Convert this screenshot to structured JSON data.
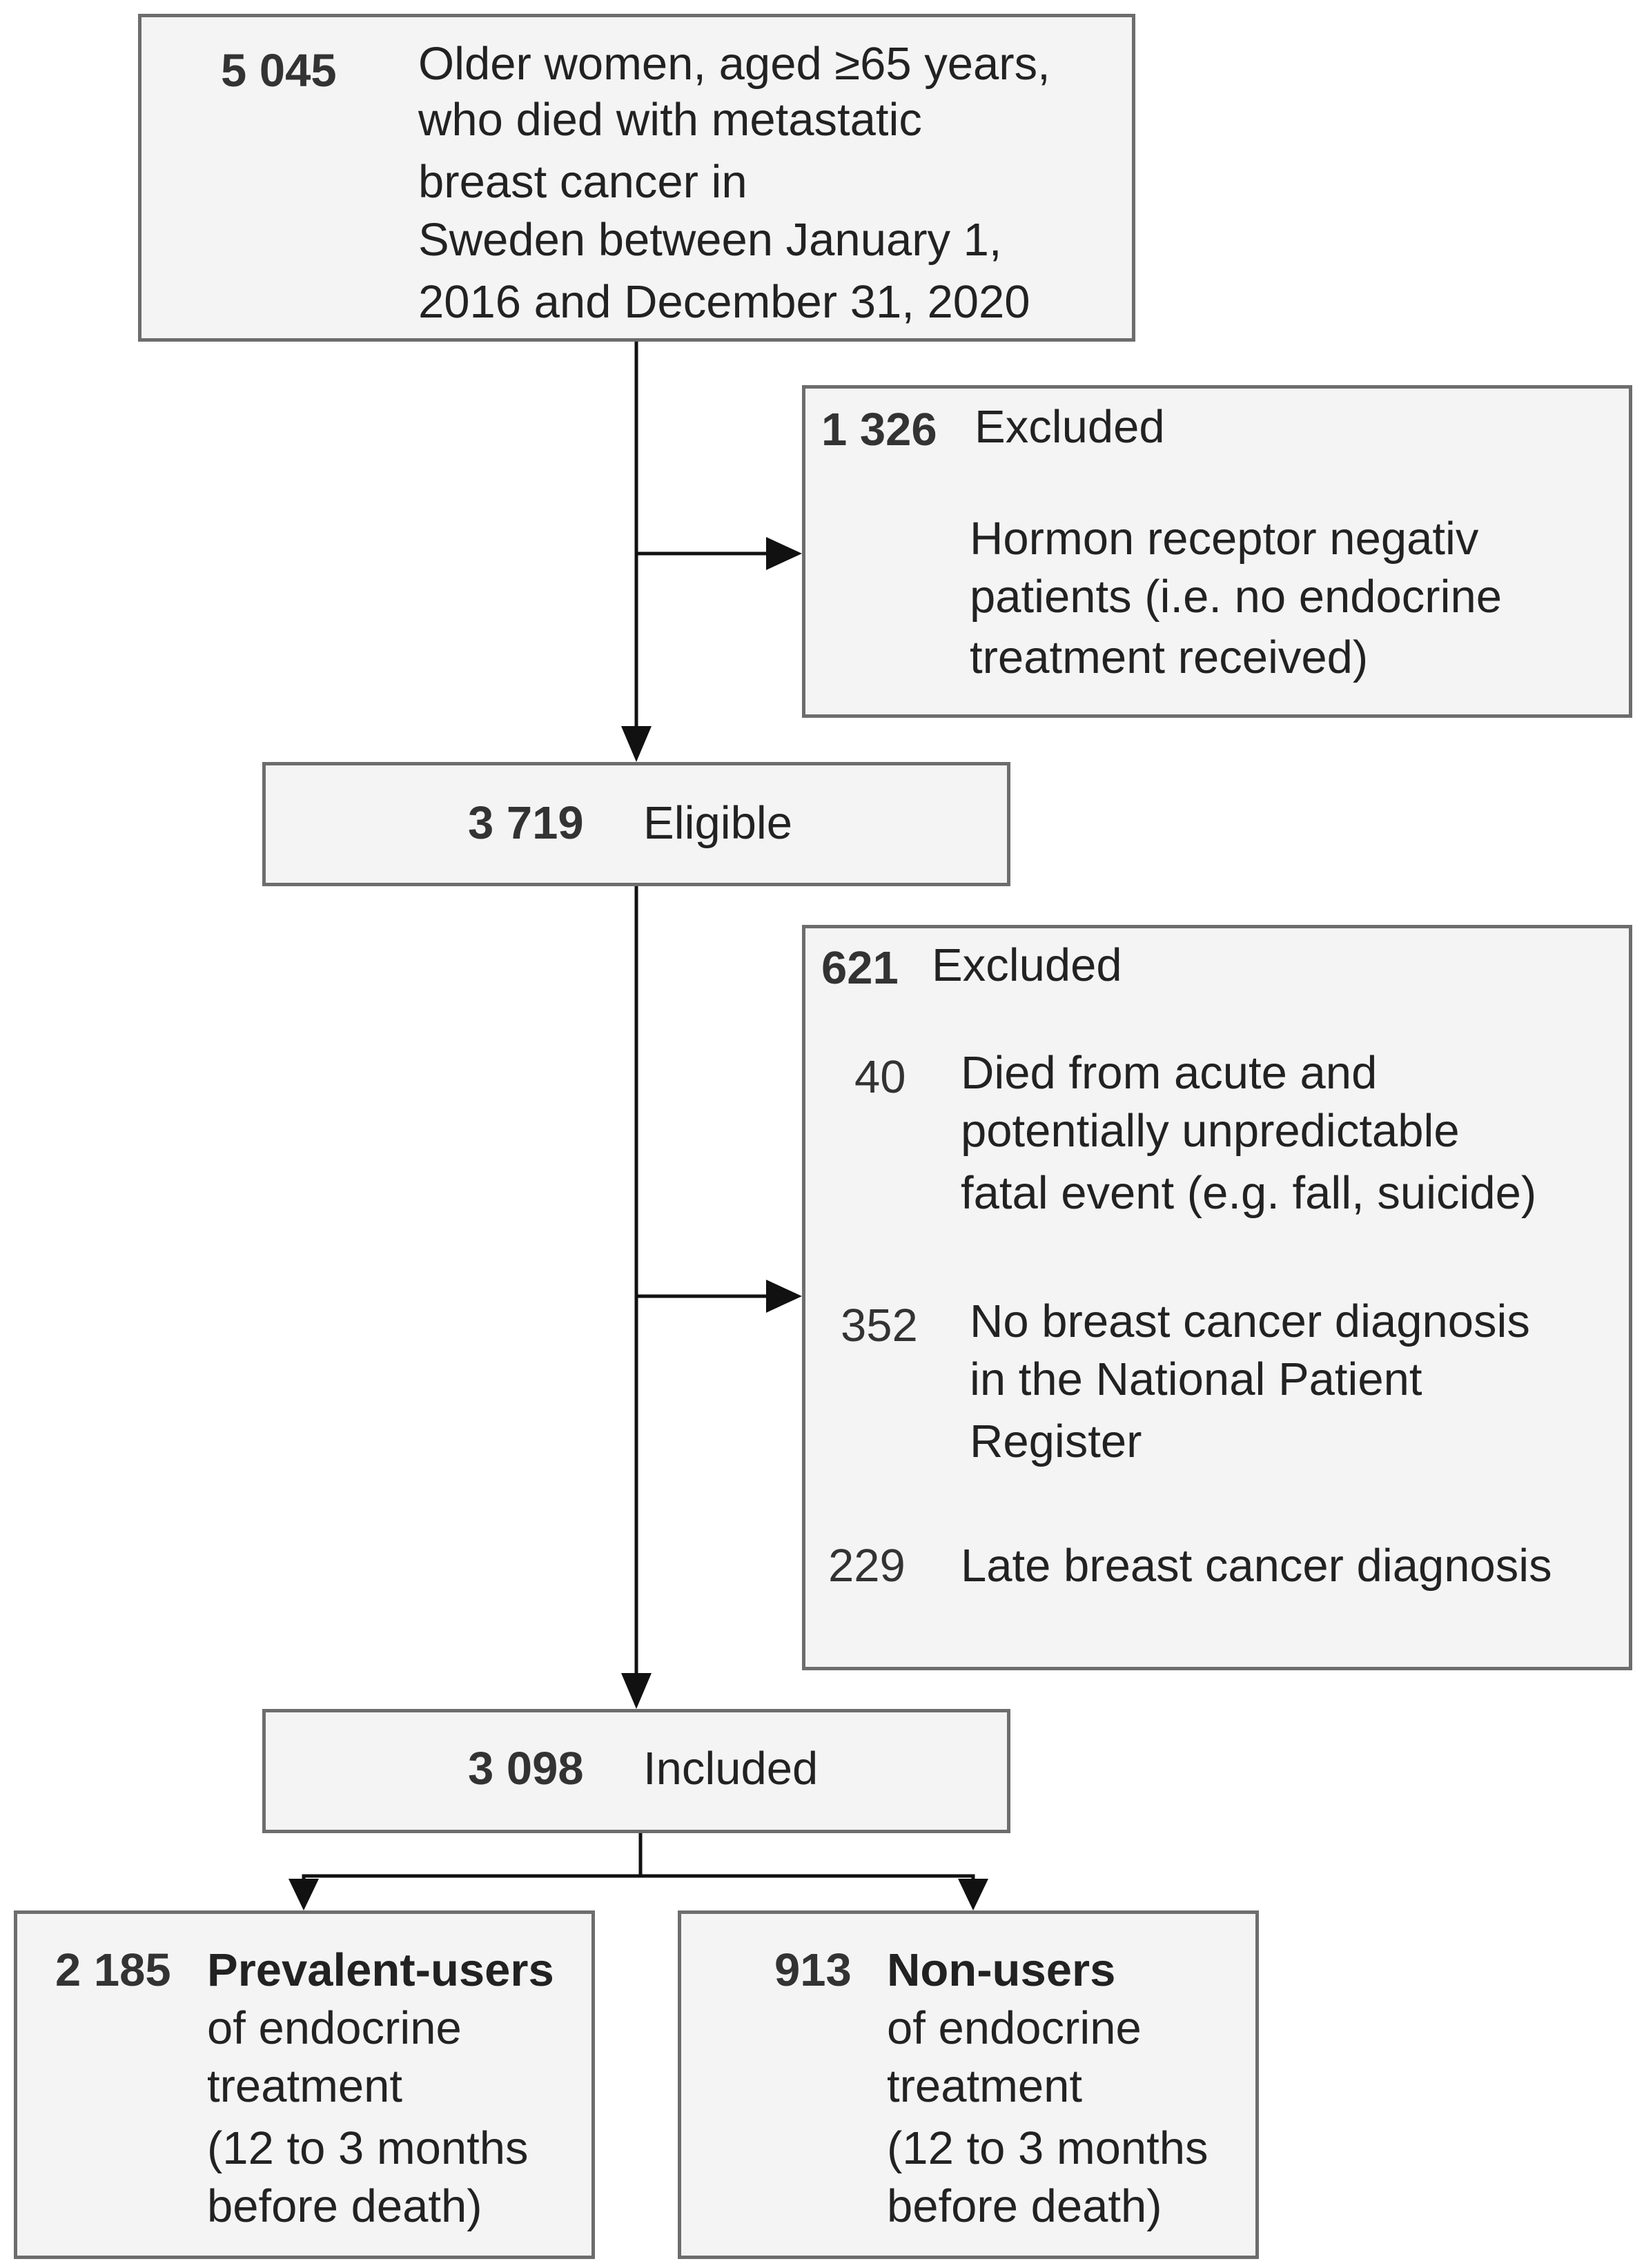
{
  "top": {
    "count": "5 045",
    "lines": [
      "Older women, aged  ≥65 years,",
      "who died with metastatic",
      "breast cancer in",
      "Sweden between January 1,",
      "2016 and December 31, 2020"
    ]
  },
  "excluded1": {
    "count": "1 326",
    "label": "Excluded",
    "lines": [
      "Hormon receptor negativ",
      "patients (i.e. no endocrine",
      "treatment received)"
    ]
  },
  "eligible": {
    "count": "3 719",
    "label": "Eligible"
  },
  "excluded2": {
    "count": "621",
    "label": "Excluded",
    "reasons": [
      {
        "count": "40",
        "lines": [
          "Died from acute and",
          "potentially unpredictable",
          "fatal event (e.g. fall, suicide)"
        ]
      },
      {
        "count": "352",
        "lines": [
          "No breast cancer diagnosis",
          "in the National Patient",
          "Register"
        ]
      },
      {
        "count": "229",
        "lines": [
          "Late breast cancer diagnosis"
        ]
      }
    ]
  },
  "included": {
    "count": "3 098",
    "label": "Included"
  },
  "prevalent": {
    "count": "2 185",
    "title": "Prevalent-users",
    "lines": [
      "of endocrine",
      "treatment",
      "(12 to 3 months",
      "before death)"
    ]
  },
  "nonusers": {
    "count": "913",
    "title": "Non-users",
    "lines": [
      "of endocrine",
      "treatment",
      "(12 to 3 months",
      "before death)"
    ]
  }
}
